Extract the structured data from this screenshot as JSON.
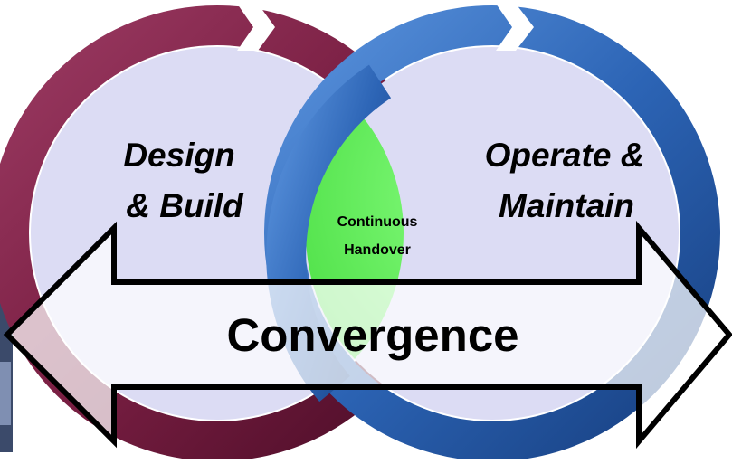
{
  "diagram": {
    "left_cycle": {
      "label_line1": "Design",
      "label_line2": "& Build",
      "color": "#7a1f43"
    },
    "right_cycle": {
      "label_line1": "Operate &",
      "label_line2": "Maintain",
      "color": "#2c64b5"
    },
    "overlap": {
      "label_line1": "Continuous",
      "label_line2": "Handover",
      "color": "#66f35f"
    },
    "arrow": {
      "label": "Convergence"
    },
    "colors": {
      "circle_fill": "#dcdcf4",
      "arrow_fill": "#ffffff",
      "outline": "#000000"
    }
  }
}
